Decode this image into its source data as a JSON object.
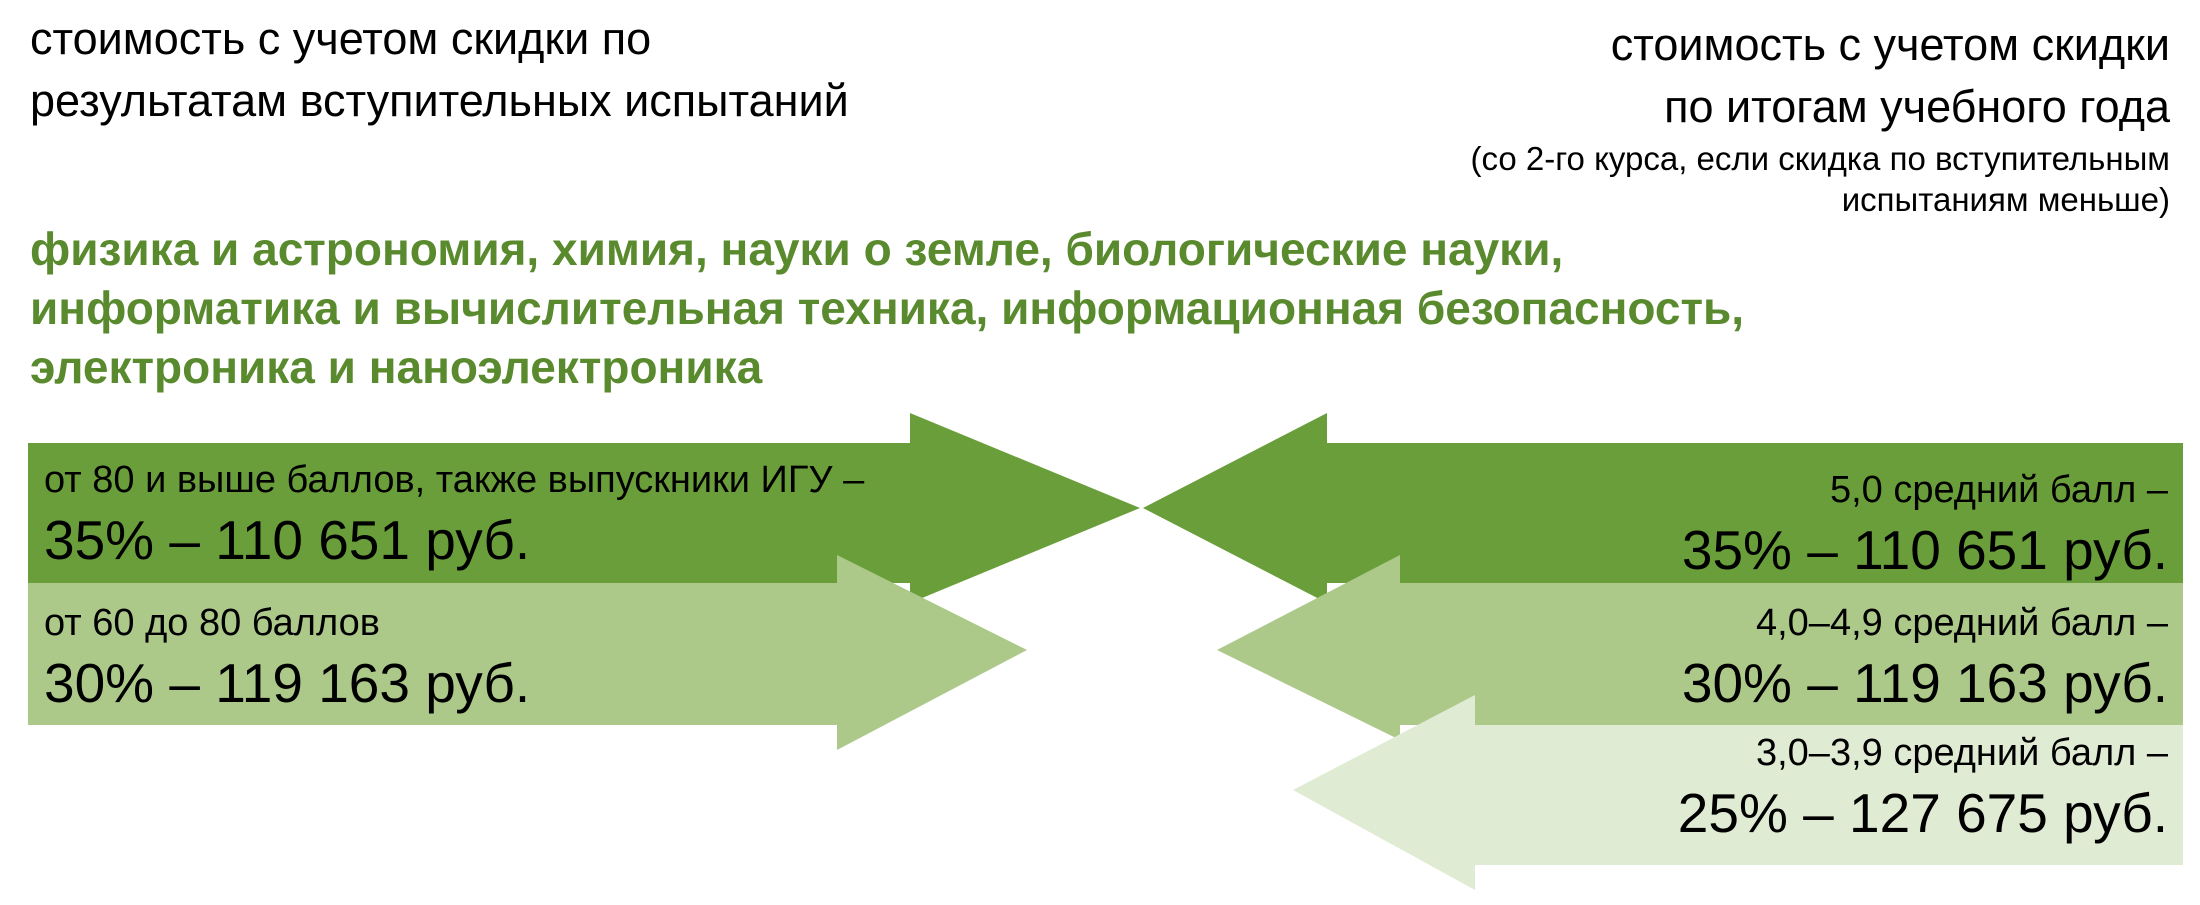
{
  "colors": {
    "dark_green": "#6a9e3a",
    "mid_green": "#acc98a",
    "light_green": "#e0ebd3",
    "field_text": "#5a8a2e"
  },
  "left_heading": {
    "line1": "стоимость с учетом скидки по",
    "line2": "результатам вступительных испытаний"
  },
  "right_heading": {
    "line1": "стоимость с учетом скидки",
    "line2": "по итогам учебного года",
    "note_line1": "(со 2-го курса, если скидка по вступительным",
    "note_line2": "испытаниям меньше)"
  },
  "fields": {
    "line1": "физика и астрономия, химия, науки о земле, биологические науки,",
    "line2": "информатика и вычислительная техника, информационная безопасность,",
    "line3": "электроника и наноэлектроника"
  },
  "left_tiers": [
    {
      "condition": "от 80 и выше баллов, также выпускники ИГУ –",
      "price": "35% – 110 651 руб."
    },
    {
      "condition": "от 60 до 80 баллов",
      "price": "30% – 119 163 руб."
    }
  ],
  "right_tiers": [
    {
      "condition": "5,0 средний балл –",
      "price": "35% – 110 651 руб."
    },
    {
      "condition": "4,0–4,9 средний балл –",
      "price": "30% – 119 163 руб."
    },
    {
      "condition": "3,0–3,9 средний балл –",
      "price": "25% – 127 675 руб."
    }
  ]
}
